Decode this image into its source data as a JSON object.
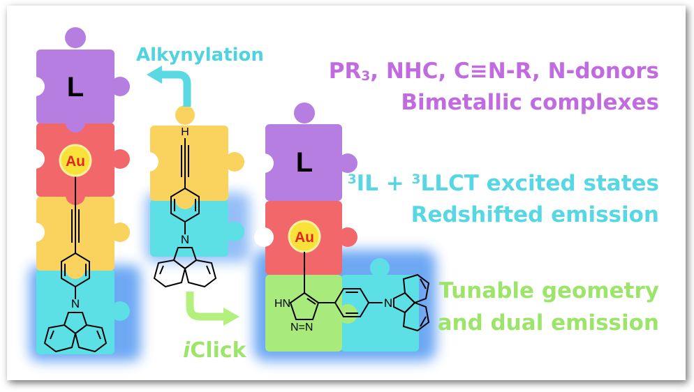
{
  "labels": {
    "alkynylation": "Alkynylation",
    "iclick_italic": "i",
    "iclick_rest": "Click",
    "ligand_line1_a": "PR",
    "ligand_line1_sub": "3",
    "ligand_line1_b": ", NHC, C≡N-R, N-donors",
    "ligand_line2": "Bimetallic complexes",
    "excited_sup1": "3",
    "excited_a": "IL + ",
    "excited_sup2": "3",
    "excited_b": "LLCT excited states",
    "excited_line2": "Redshifted emission",
    "tunable_line1": "Tunable geometry",
    "tunable_line2": "and dual emission"
  },
  "pieces": {
    "ligand": "L",
    "gold": "Au",
    "hydrogen": "H",
    "nitrogen": "N",
    "triazole_nh": "HN",
    "triazole_nn": "N=N"
  },
  "colors": {
    "ligand_piece": "#b57ee0",
    "gold_piece": "#f26769",
    "alkyne_piece": "#f9d35e",
    "carbazole_piece": "#5ddfe6",
    "triazole_piece": "#a8ea7b",
    "gold_circle": "#f8e23a",
    "gold_text": "#e42323",
    "alkynylation_arrow": "#5ad9e3",
    "iclick_arrow": "#b4f07e",
    "glow": "#3d8bf0"
  }
}
